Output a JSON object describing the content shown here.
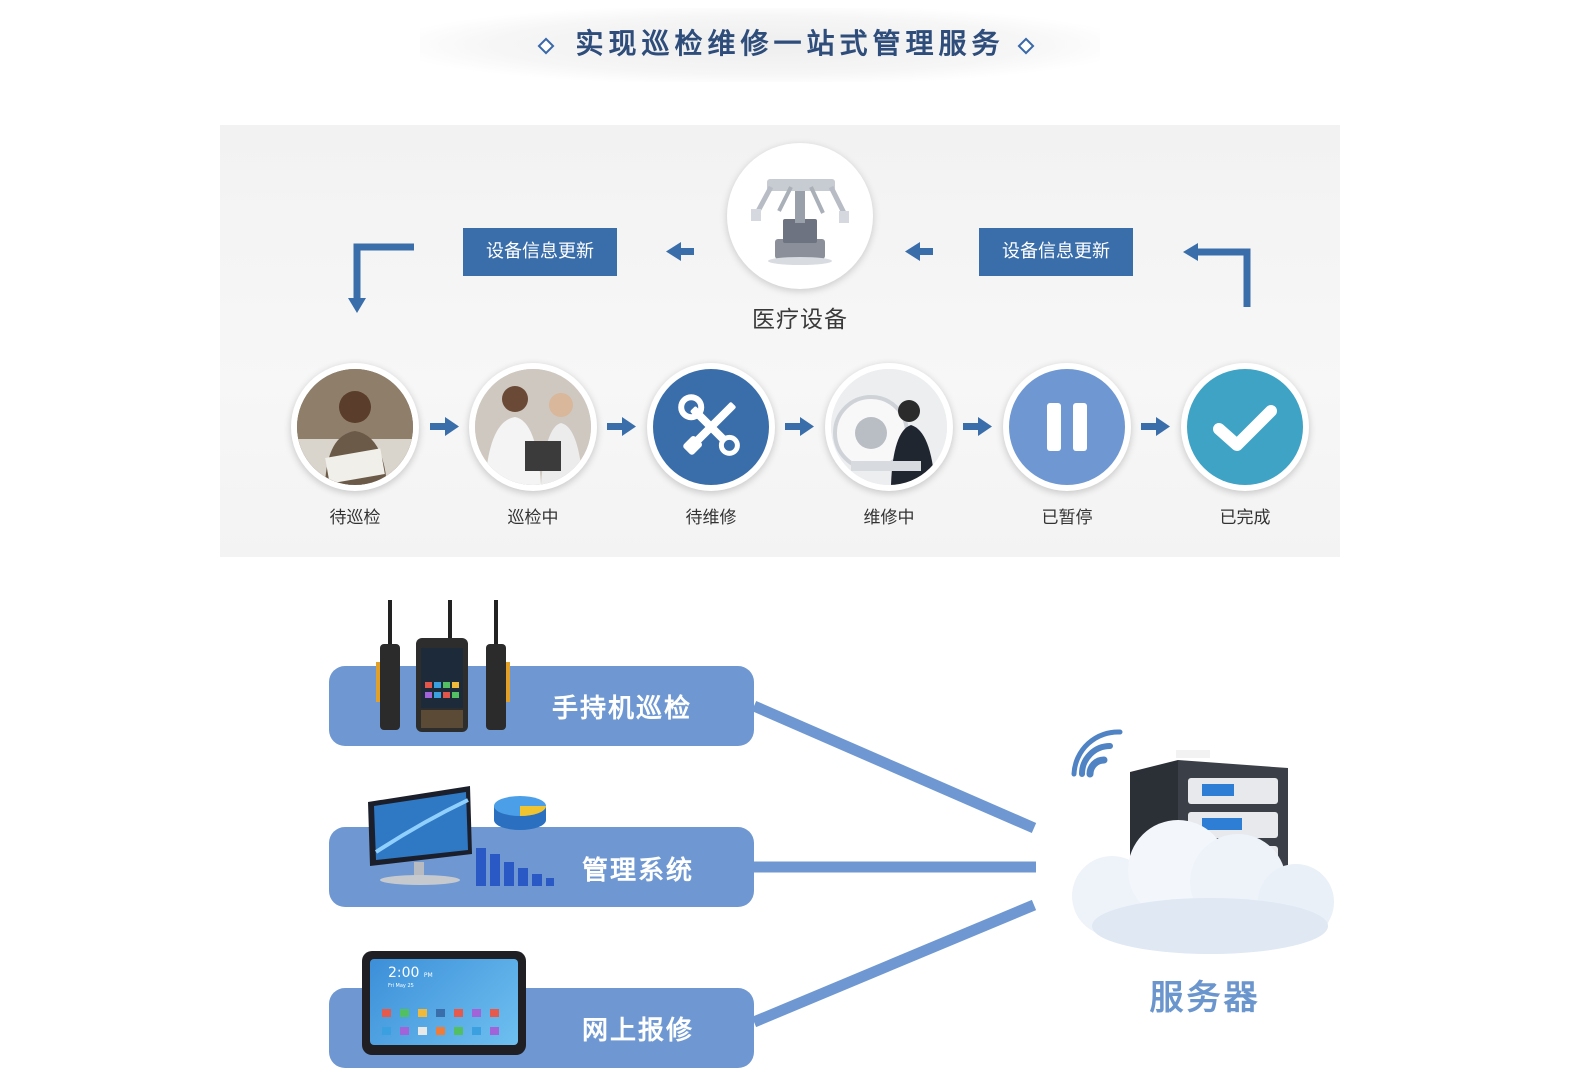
{
  "title": "实现巡检维修一站式管理服务",
  "flow": {
    "device_label": "医疗设备",
    "update_left": "设备信息更新",
    "update_right": "设备信息更新",
    "steps": [
      {
        "label": "待巡检",
        "icon": "person-on-phone-photo"
      },
      {
        "label": "巡检中",
        "icon": "engineers-inspecting-photo"
      },
      {
        "label": "待维修",
        "icon": "wrench-screwdriver-icon"
      },
      {
        "label": "维修中",
        "icon": "technician-repairing-photo"
      },
      {
        "label": "已暂停",
        "icon": "pause-icon"
      },
      {
        "label": "已完成",
        "icon": "checkmark-icon"
      }
    ]
  },
  "channels": [
    {
      "label": "手持机巡检",
      "icon": "handheld-terminal-icon"
    },
    {
      "label": "管理系统",
      "icon": "monitor-with-charts-icon"
    },
    {
      "label": "网上报修",
      "icon": "tablet-icon"
    }
  ],
  "tablet_screen": {
    "time": "2:00",
    "ampm": "PM",
    "date": "Fri May 25"
  },
  "server_label": "服务器",
  "colors": {
    "title": "#2e4d7a",
    "accent_blue": "#3a6eaa",
    "channel_blue": "#6f98d2",
    "step_waiting_repair": "#3a6eaa",
    "step_paused": "#6f98d2",
    "step_done": "#3fa3c6"
  }
}
